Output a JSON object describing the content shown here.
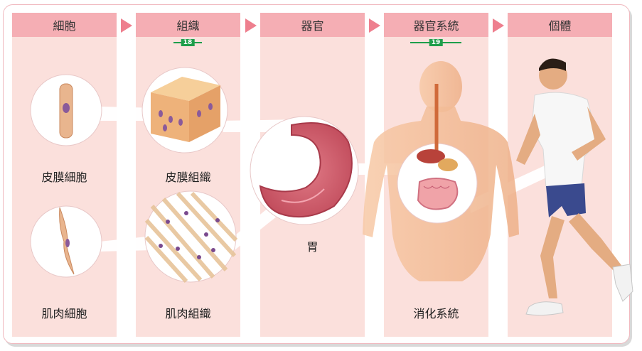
{
  "columns": [
    {
      "header": "細胞"
    },
    {
      "header": "組織"
    },
    {
      "header": "器官"
    },
    {
      "header": "器官系統"
    },
    {
      "header": "個體"
    }
  ],
  "refs": {
    "tissue": "18",
    "organ_system": "19"
  },
  "labels": {
    "epithelial_cell": "皮膜細胞",
    "muscle_cell": "肌肉細胞",
    "epithelial_tissue": "皮膜組織",
    "muscle_tissue": "肌肉組織",
    "stomach": "胃",
    "digestive_system": "消化系統"
  },
  "colors": {
    "column_bg": "#fbe0dc",
    "header_bg": "#f5aeb4",
    "arrow": "#ee7f8e",
    "ref_green": "#1e9e4a"
  }
}
